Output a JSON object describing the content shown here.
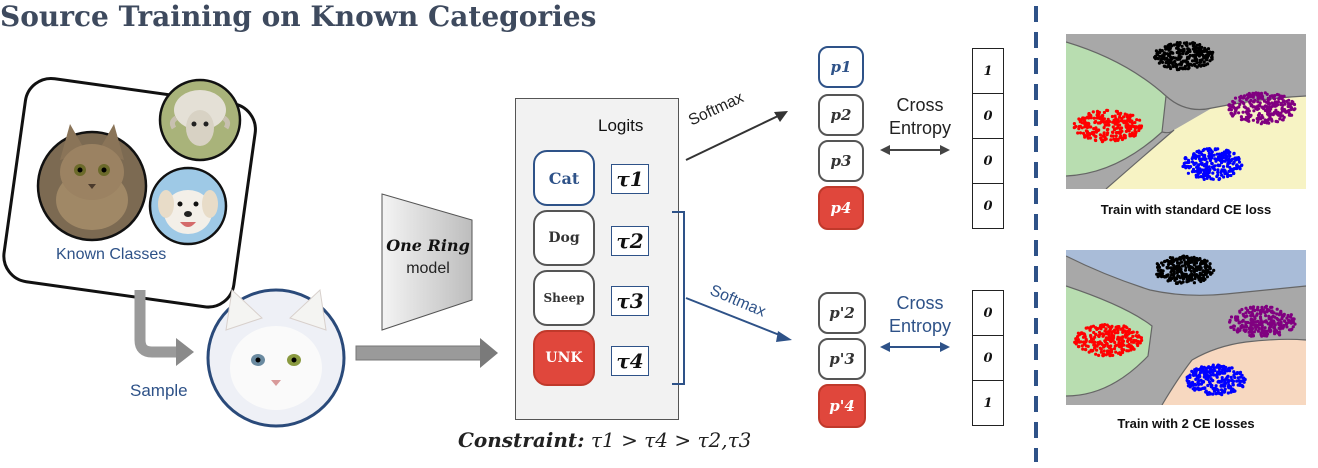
{
  "title": "Source Training on Known Categories",
  "known_classes_label": "Known Classes",
  "sample_label": "Sample",
  "model": {
    "name": "One Ring",
    "suffix": "model"
  },
  "logits": {
    "header": "Logits",
    "items": [
      {
        "label": "Cat",
        "tau": "τ1"
      },
      {
        "label": "Dog",
        "tau": "τ2"
      },
      {
        "label": "Sheep",
        "tau": "τ3"
      },
      {
        "label": "UNK",
        "tau": "τ4"
      }
    ]
  },
  "top_branch": {
    "softmax": "Softmax",
    "probs": [
      "p1",
      "p2",
      "p3",
      "p4"
    ],
    "loss_line1": "Cross",
    "loss_line2": "Entropy",
    "target": [
      "1",
      "0",
      "0",
      "0"
    ]
  },
  "bottom_branch": {
    "softmax": "Softmax",
    "probs": [
      "p'2",
      "p'3",
      "p'4"
    ],
    "loss_line1": "Cross",
    "loss_line2": "Entropy",
    "target": [
      "0",
      "0",
      "1"
    ]
  },
  "constraint": {
    "label": "Constraint:",
    "expr": "τ1 > τ4 > τ2,τ3"
  },
  "panels": [
    {
      "caption": "Train with standard CE loss"
    },
    {
      "caption": "Train with 2 CE losses"
    }
  ],
  "colors": {
    "title": "#3e4a5e",
    "blue_accent": "#2e5288",
    "unk_red": "#e0473c",
    "cluster_red": "#ff0000",
    "cluster_blue": "#0000ff",
    "cluster_purple": "#800080",
    "cluster_black": "#000000"
  }
}
